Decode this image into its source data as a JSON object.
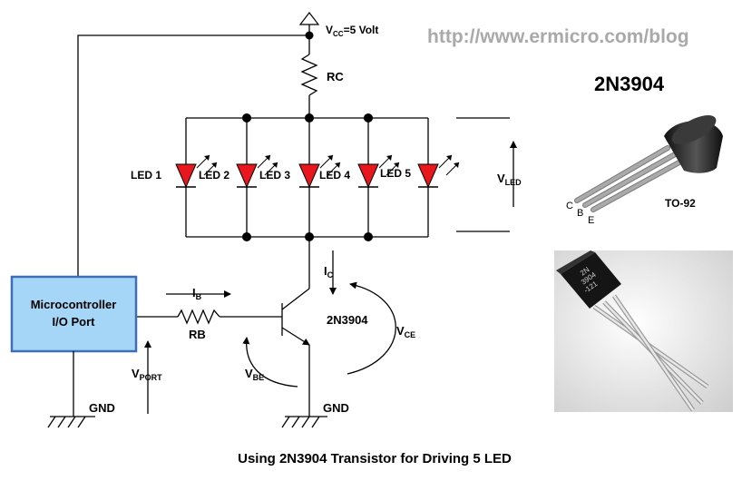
{
  "url": "http://www.ermicro.com/blog",
  "part_title": "2N3904",
  "package": "TO-92",
  "pins": {
    "c": "C",
    "b": "B",
    "e": "E"
  },
  "supply": {
    "v": "V",
    "sub": "CC",
    "rest": "=5 Volt"
  },
  "rc": "RC",
  "rb": "RB",
  "leds": [
    "LED 1",
    "LED 2",
    "LED 3",
    "LED 4",
    "LED 5"
  ],
  "vled": {
    "v": "V",
    "sub": "LED"
  },
  "ic": {
    "v": "I",
    "sub": "C"
  },
  "ib": {
    "v": "I",
    "sub": "B"
  },
  "transistor": "2N3904",
  "vce": {
    "v": "V",
    "sub": "CE"
  },
  "vbe": {
    "v": "V",
    "sub": "BE"
  },
  "vport": {
    "v": "V",
    "sub": "PORT"
  },
  "mcu": {
    "line1": "Microcontroller",
    "line2": "I/O Port"
  },
  "gnd_left": "GND",
  "gnd_right": "GND",
  "photo_marking": {
    "l1": "2N",
    "l2": "3904",
    "l3": "-121"
  },
  "caption": "Using 2N3904 Transistor for Driving 5 LED",
  "colors": {
    "led": "#e8171d",
    "mcu_fill": "#a6d6f7",
    "mcu_border": "#3d6fb6",
    "url": "#a9a9a9"
  }
}
